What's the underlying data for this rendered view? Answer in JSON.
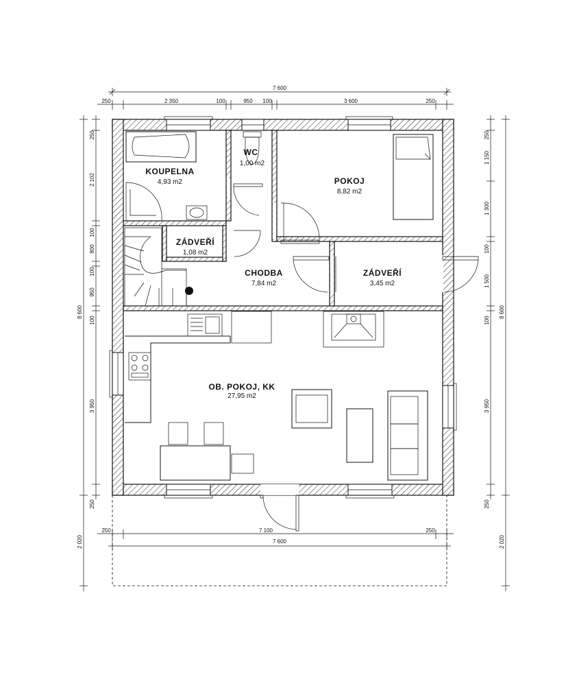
{
  "rooms": [
    {
      "name": "KOUPELNA",
      "area": "4,93 m2"
    },
    {
      "name": "WC",
      "area": "1,00 m2"
    },
    {
      "name": "POKOJ",
      "area": "8,82 m2"
    },
    {
      "name": "ZÁDVEŘÍ",
      "area": "1,08 m2"
    },
    {
      "name": "CHODBA",
      "area": "7,84 m2"
    },
    {
      "name": "ZÁDVEŘÍ",
      "area": "3,45 m2"
    },
    {
      "name": "OB. POKOJ, KK",
      "area": "27,95 m2"
    }
  ],
  "dims": {
    "top_total": "7 600",
    "top_chain": [
      "250",
      "2 350",
      "100",
      "950",
      "100",
      "3 600",
      "250"
    ],
    "bottom_chain": [
      "250",
      "7 100",
      "250"
    ],
    "bottom_total": "7 600",
    "left_chain": [
      "250",
      "2 102",
      "100",
      "800",
      "100",
      "950",
      "100",
      "3 950",
      "250"
    ],
    "left_total": "8 600",
    "left_ext": "2 020",
    "right_chain": [
      "250",
      "1 150",
      "1 300",
      "100",
      "1 500",
      "100",
      "3 950",
      "250"
    ],
    "right_total": "8 600",
    "right_ext": "2 020"
  }
}
